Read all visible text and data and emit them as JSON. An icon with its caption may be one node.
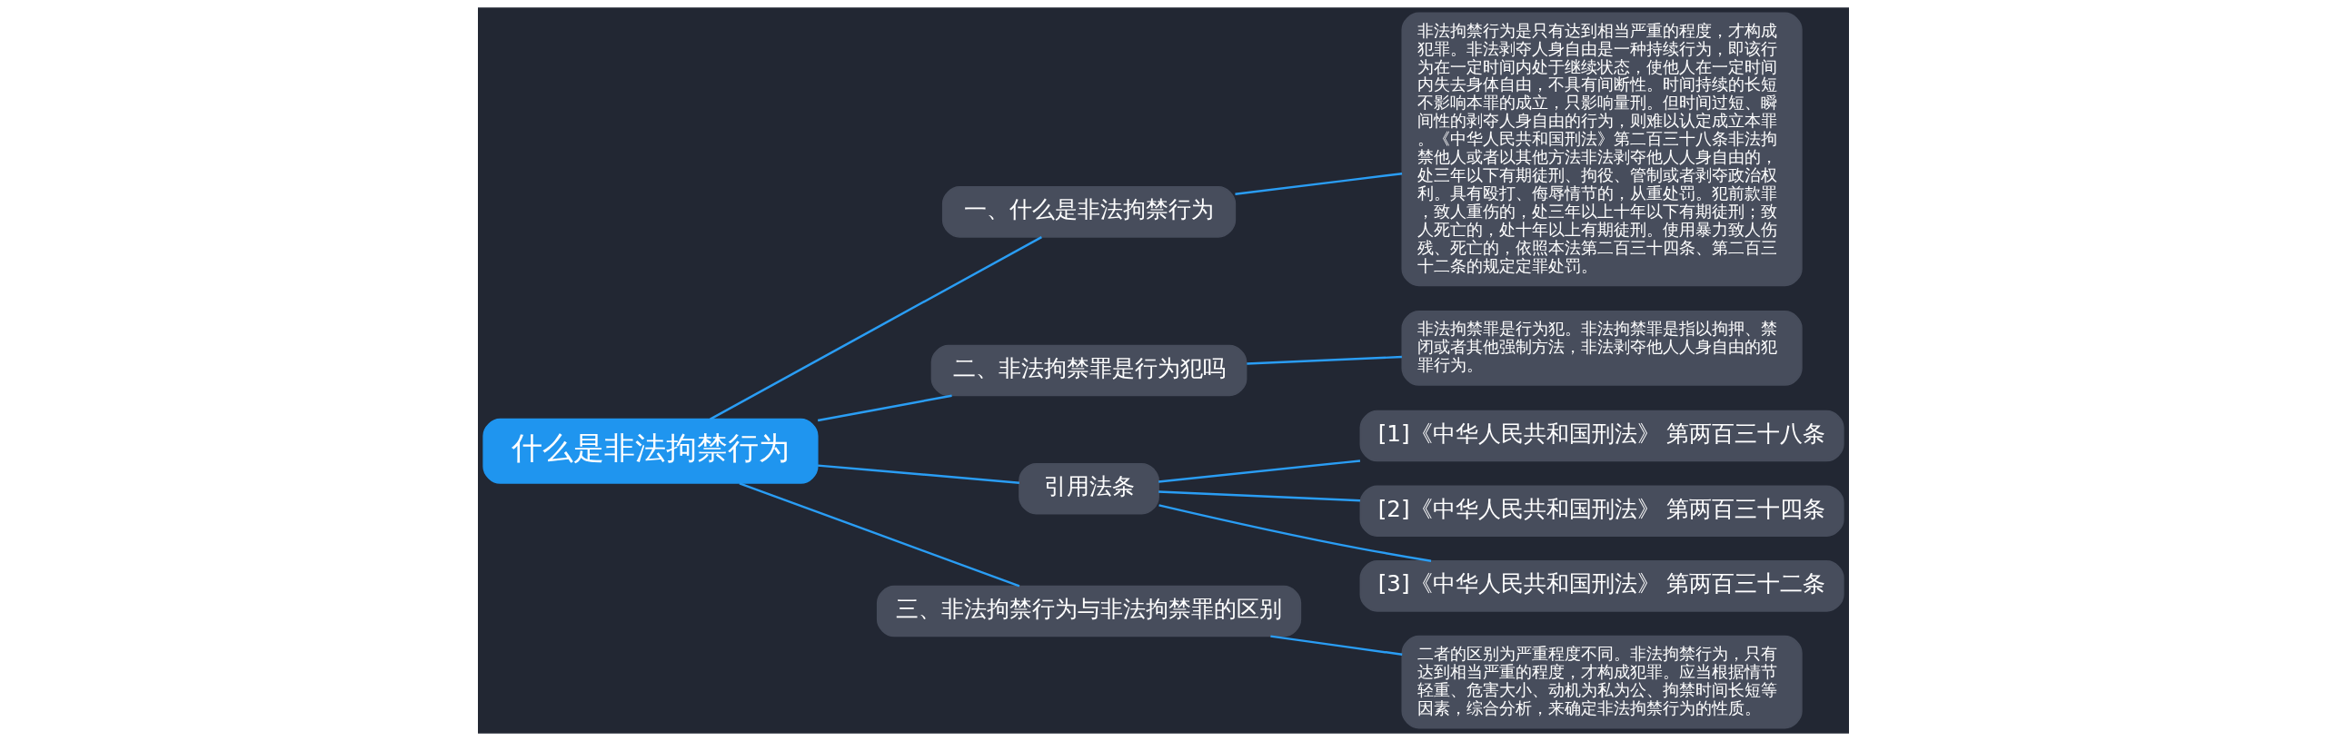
{
  "diagram": {
    "nodes": [
      {
        "text": [
          "什么是非法拘禁行为"
        ]
      },
      {
        "text": [
          "一、什么是非法拘禁行为"
        ]
      },
      {
        "text": [
          "非法拘禁行为是只有达到相当严重的程度，才构成犯罪。非法剥夺人身自由是一种持续行为，即该行为在一定时间内处于继续状态，使他人在一定时间内失去身体自由，不具有间断性。时间持续的长短不影响本罪的成立，只影响量刑。但时间过短、瞬间性的剥夺人身自由的行为，则难以认定成立本罪。《中华人民共和国刑法》第二百三十八条非法拘禁他人或者以其他方法非法剥夺他人人身自由的，处三年以下有期徒刑、拘役、管制或者剥夺政治权利。具有殴打、侮辱情节的，从重处罚。犯前款罪，致人重伤的，处三年以上十年以下有期徒刑；致人死亡的，处十年以上有期徒刑。使用暴力致人伤残、死亡的，依照本法第二百三十四条、第二百三十二条的规定定罪处罚。"
        ]
      },
      {
        "text": [
          "二、非法拘禁罪是行为犯吗"
        ]
      },
      {
        "text": [
          "非法拘禁罪是行为犯。非法拘禁罪是指以拘押、禁闭或者其他强制方法，非法剥夺他人人身自由的犯罪行为。"
        ]
      },
      {
        "text": [
          "引用法条"
        ]
      },
      {
        "text": [
          "[1]《中华人民共和国刑法》 第两百三十八条"
        ]
      },
      {
        "text": [
          "[2]《中华人民共和国刑法》 第两百三十四条"
        ]
      },
      {
        "text": [
          "[3]《中华人民共和国刑法》 第两百三十二条"
        ]
      },
      {
        "text": [
          "三、非法拘禁行为与非法拘禁罪的区别"
        ]
      },
      {
        "text": [
          "二者的区别为严重程度不同。非法拘禁行为，只有达到相当严重的程度，才构成犯罪。应当根据情节轻重、危害大小、动机为私为公、拘禁时间长短等因素，综合分析，来确定非法拘禁行为的性质。"
        ]
      }
    ],
    "edges": [
      {
        "from": 0,
        "to": 1,
        "arrow": "none"
      },
      {
        "from": 1,
        "to": 2,
        "arrow": "none"
      },
      {
        "from": 0,
        "to": 3,
        "arrow": "none"
      },
      {
        "from": 3,
        "to": 4,
        "arrow": "none"
      },
      {
        "from": 0,
        "to": 5,
        "arrow": "none"
      },
      {
        "from": 5,
        "to": 6,
        "arrow": "none"
      },
      {
        "from": 5,
        "to": 7,
        "arrow": "none"
      },
      {
        "from": 5,
        "to": 8,
        "arrow": "none"
      },
      {
        "from": 0,
        "to": 9,
        "arrow": "none"
      },
      {
        "from": 9,
        "to": 10,
        "arrow": "none"
      }
    ]
  }
}
